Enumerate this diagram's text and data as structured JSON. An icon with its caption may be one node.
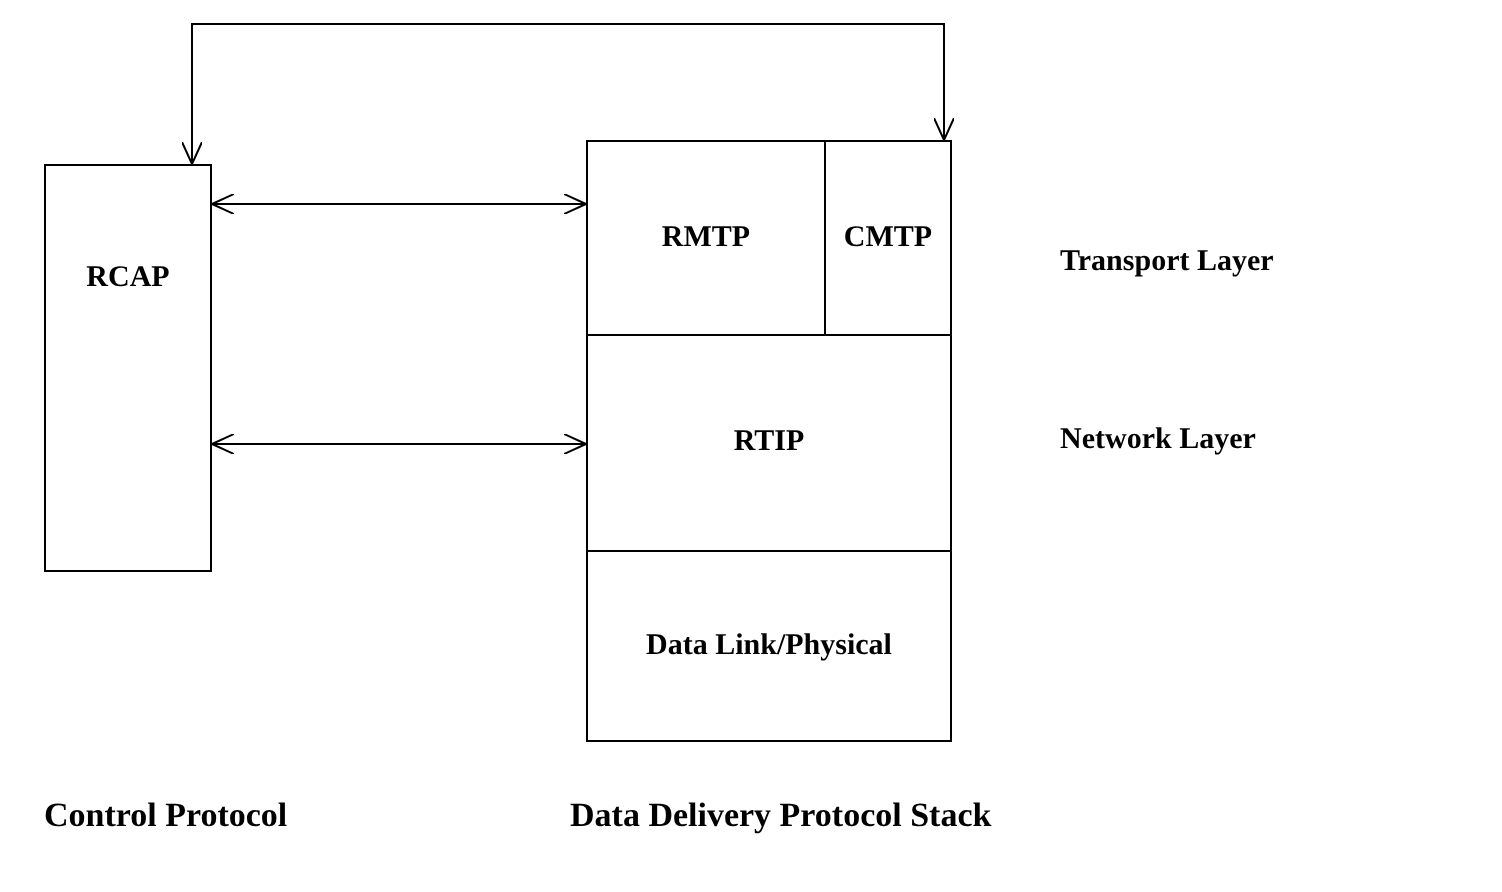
{
  "diagram": {
    "nodes": [
      {
        "text": [
          "RCAP"
        ]
      },
      {
        "text": [
          "RMTP"
        ]
      },
      {
        "text": [
          "CMTP"
        ]
      },
      {
        "text": [
          "RTIP"
        ]
      },
      {
        "text": [
          "Data Link/Physical"
        ]
      }
    ],
    "edges": [
      {
        "from": 0,
        "to": 2,
        "arrow": "both"
      },
      {
        "from": 0,
        "to": 1,
        "arrow": "both"
      },
      {
        "from": 0,
        "to": 3,
        "arrow": "both"
      }
    ],
    "labels": [
      "Transport Layer",
      "Network Layer",
      "Control Protocol",
      "Data Delivery Protocol Stack"
    ]
  }
}
